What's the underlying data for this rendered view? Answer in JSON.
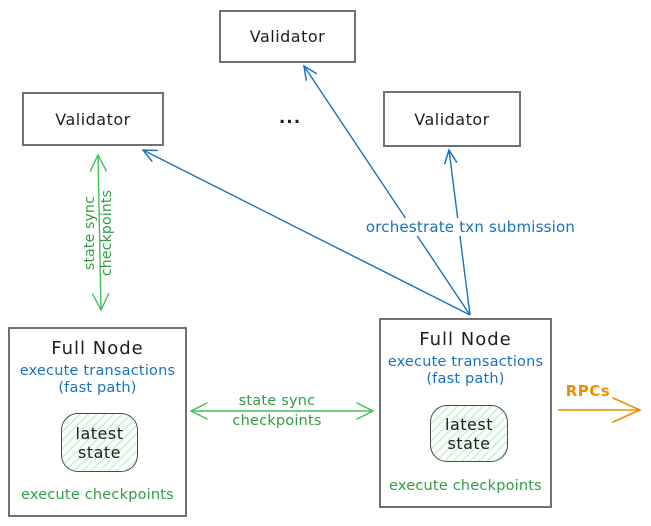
{
  "validators": {
    "top": "Validator",
    "left": "Validator",
    "right": "Validator",
    "ellipsis": "..."
  },
  "full_node_left": {
    "title": "Full Node",
    "exec_transactions": "execute transactions",
    "fast_path": "(fast path)",
    "latest_state_line1": "latest",
    "latest_state_line2": "state",
    "exec_checkpoints": "execute checkpoints"
  },
  "full_node_right": {
    "title": "Full Node",
    "exec_transactions": "execute transactions",
    "fast_path": "(fast path)",
    "latest_state_line1": "latest",
    "latest_state_line2": "state",
    "exec_checkpoints": "execute checkpoints"
  },
  "edge_labels": {
    "state_sync_vertical_line1": "state sync",
    "state_sync_vertical_line2": "checkpoints",
    "state_sync_horizontal_line1": "state sync",
    "state_sync_horizontal_line2": "checkpoints",
    "orchestrate": "orchestrate txn submission",
    "rpcs": "RPCs"
  },
  "colors": {
    "blue": "#1971c2",
    "green_text": "#2f9e44",
    "green_arrow": "#40c057",
    "orange": "#f08c00",
    "box_border": "#6e7176",
    "ink": "#1e1e1e",
    "state_fill_tint": "#e7f8ea"
  }
}
